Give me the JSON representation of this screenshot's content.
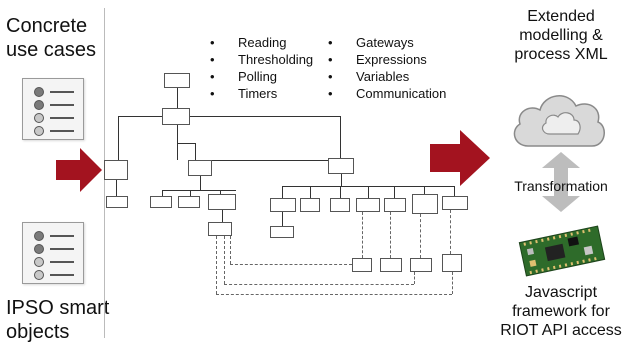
{
  "left": {
    "top_label_line1": "Concrete",
    "top_label_line2": "use cases",
    "bottom_label_line1": "IPSO smart",
    "bottom_label_line2": "objects"
  },
  "bullets": {
    "col1": [
      "Reading",
      "Thresholding",
      "Polling",
      "Timers"
    ],
    "col2": [
      "Gateways",
      "Expressions",
      "Variables",
      "Communication"
    ]
  },
  "right": {
    "top_line1": "Extended",
    "top_line2": "modelling &",
    "top_line3": "process XML",
    "transformation": "Transformation",
    "bottom_line1": "Javascript",
    "bottom_line2": "framework for",
    "bottom_line3": "RIOT API access"
  },
  "colors": {
    "arrow_red": "#a3131f",
    "cloud_fill": "#d9d9d9",
    "board_green": "#2e6b2a"
  },
  "icons": [
    "document-icon",
    "cloud-icon",
    "double-arrow-icon",
    "circuit-board-icon"
  ]
}
